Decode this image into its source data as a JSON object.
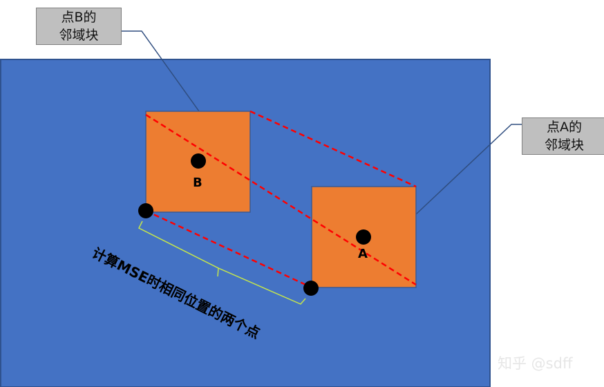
{
  "callouts": {
    "b": {
      "line1": "点B的",
      "line2": "邻域块"
    },
    "a": {
      "line1": "点A的",
      "line2": "邻域块"
    }
  },
  "points": {
    "a_label": "A",
    "b_label": "B"
  },
  "measure_text": "计算MSE时相同位置的两个点",
  "watermark": "知乎 @sdff",
  "colors": {
    "background": "#4472c4",
    "block": "#ed7d31",
    "dashed_line": "#ff0000",
    "bracket": "#c6e74b",
    "callout_fill": "#bfbfbf",
    "leader_line": "#2f4d7f"
  }
}
